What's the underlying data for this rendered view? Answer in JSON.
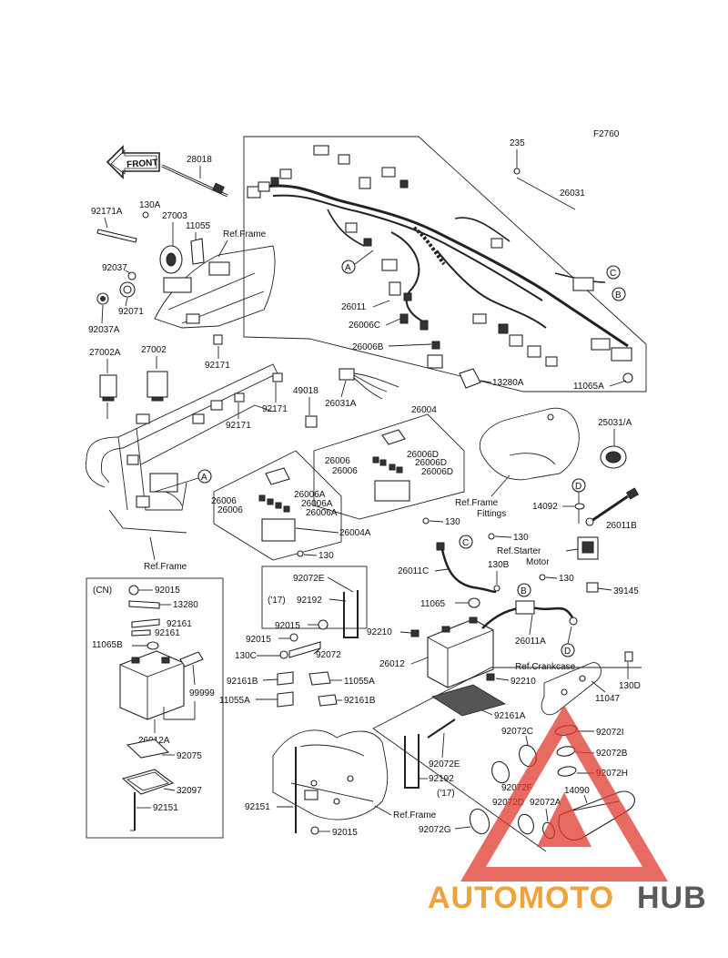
{
  "figure_code": "F2760",
  "front_label": "FRONT",
  "labels": {
    "l235": "235",
    "l26031": "26031",
    "l28018": "28018",
    "l130A": "130A",
    "l92171A": "92171A",
    "l27003": "27003",
    "l11055": "11055",
    "lRefFrame1": "Ref.Frame",
    "l92037": "92037",
    "l92071": "92071",
    "l92037A": "92037A",
    "lA1": "A",
    "l26011": "26011",
    "l26006C": "26006C",
    "l26006B": "26006B",
    "lC1": "C",
    "lB1": "B",
    "l13280A": "13280A",
    "l11065A": "11065A",
    "l27002A": "27002A",
    "l27002": "27002",
    "l92171a": "92171",
    "l92171b": "92171",
    "l92171c": "92171",
    "l49018": "49018",
    "l26031A": "26031A",
    "l26004": "26004",
    "l25031A": "25031/A",
    "l26006a": "26006",
    "l26006D1": "26006D",
    "l26006b": "26006",
    "l26006D2": "26006D",
    "l26006D3": "26006D",
    "lRefFrameFittings1": "Ref.Frame",
    "lRefFrameFittings2": "Fittings",
    "lA2": "A",
    "l26006c": "26006",
    "l26006A1": "26006A",
    "l26006A2": "26006A",
    "l26006d": "26006",
    "l26006A3": "26006A",
    "l26004A": "26004A",
    "l130a": "130",
    "l130b": "130",
    "lRefFrame2": "Ref.Frame",
    "lD1": "D",
    "l14092": "14092",
    "l26011B": "26011B",
    "lC2": "C",
    "l130c": "130",
    "lRefStarter1": "Ref.Starter",
    "lRefStarter2": "Motor",
    "l26011C": "26011C",
    "l130B": "130B",
    "l130d": "130",
    "l39145": "39145",
    "lCN": "(CN)",
    "l92015a": "92015",
    "l13280": "13280",
    "l92161a": "92161",
    "l92161b": "92161",
    "l11065B": "11065B",
    "l99999": "99999",
    "l26012A": "26012A",
    "l92075": "92075",
    "l32097": "32097",
    "l92151a": "92151",
    "l92072E1": "92072E",
    "l17a": "('17)",
    "l92192a": "92192",
    "l11065": "11065",
    "lB2": "B",
    "l92015b": "92015",
    "l92015c": "92015",
    "l92210a": "92210",
    "l92072": "92072",
    "l26012": "26012",
    "l26011A": "26011A",
    "l130C": "130C",
    "l92210b": "92210",
    "lD2": "D",
    "lRefCrankcase": "Ref.Crankcase",
    "l92161B1": "92161B",
    "l11055A1": "11055A",
    "l11055A2": "11055A",
    "l92161B2": "92161B",
    "l130D": "130D",
    "l11047": "11047",
    "l92161A": "92161A",
    "l92072C": "92072C",
    "l92072I": "92072I",
    "l92072B": "92072B",
    "l92072E2": "92072E",
    "l92192b": "92192",
    "l17b": "('17)",
    "l92072F": "92072F",
    "l92072H": "92072H",
    "l14090": "14090",
    "l92072D": "92072D",
    "l92072A": "92072A",
    "l92151b": "92151",
    "l92015d": "92015",
    "lRefFrame3": "Ref.Frame",
    "l92072G": "92072G"
  },
  "watermark": {
    "part1": "AUTOMOTO",
    "part2": "HUB"
  },
  "colors": {
    "watermark_orange": "#f0a23a",
    "watermark_gray": "#5a5a5a",
    "watermark_red": "#e03a2f",
    "line": "#222222"
  }
}
